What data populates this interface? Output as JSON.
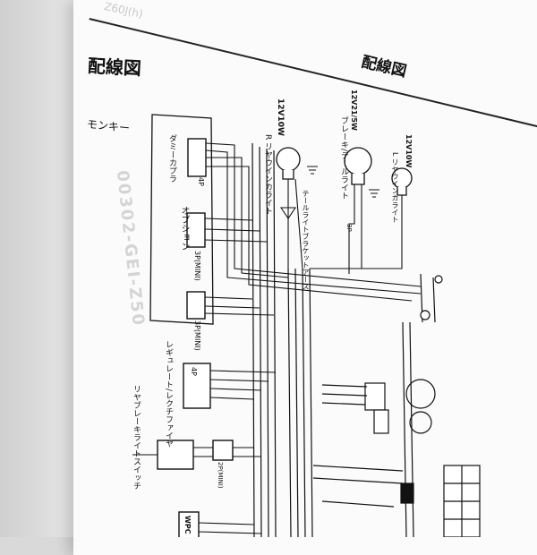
{
  "page": {
    "bleed_text": "Z60J(h)",
    "title_left": "配線図",
    "title_right": "配線図",
    "label_monkey": "モンキー",
    "label_dummy_coupler": "ダミーカプラ",
    "label_option": "オプション",
    "label_regulator": "レギュレート/レクチファイヤ",
    "label_rear_brake_switch": "リヤブレーキライトスイッチ",
    "label_rear_winker": "R リヤウインカライト",
    "label_rear_winker_rating": "12V10W",
    "label_brake_tail": "ブレーキ/テールライト",
    "label_brake_tail_rating": "12V21/5W",
    "label_left_winker": "L リヤウインカライト",
    "label_left_winker_rating": "12V10W",
    "label_tail_bracket_earth": "テールライトブラケットアース",
    "label_4p_top": "4P",
    "label_3p_mini_1": "3P(MINI)",
    "label_3p_mini_2": "3P(MINI)",
    "label_4p_mid": "4P",
    "label_2p_mini": "2P(MINI)",
    "label_wpc": "WPC",
    "label_3p_right": "3P",
    "watermark": "00302-GEI-Z50"
  }
}
